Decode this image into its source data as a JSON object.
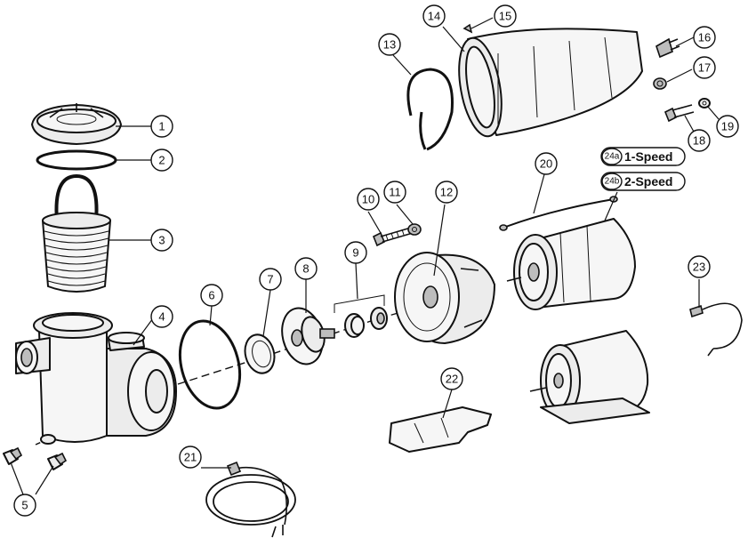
{
  "callouts": {
    "c1": "1",
    "c2": "2",
    "c3": "3",
    "c4": "4",
    "c5": "5",
    "c6": "6",
    "c7": "7",
    "c8": "8",
    "c9": "9",
    "c10": "10",
    "c11": "11",
    "c12": "12",
    "c13": "13",
    "c14": "14",
    "c15": "15",
    "c16": "16",
    "c17": "17",
    "c18": "18",
    "c19": "19",
    "c20": "20",
    "c21": "21",
    "c22": "22",
    "c23": "23"
  },
  "motor_variants": [
    {
      "code": "24a",
      "label": "1-Speed"
    },
    {
      "code": "24b",
      "label": "2-Speed"
    }
  ]
}
